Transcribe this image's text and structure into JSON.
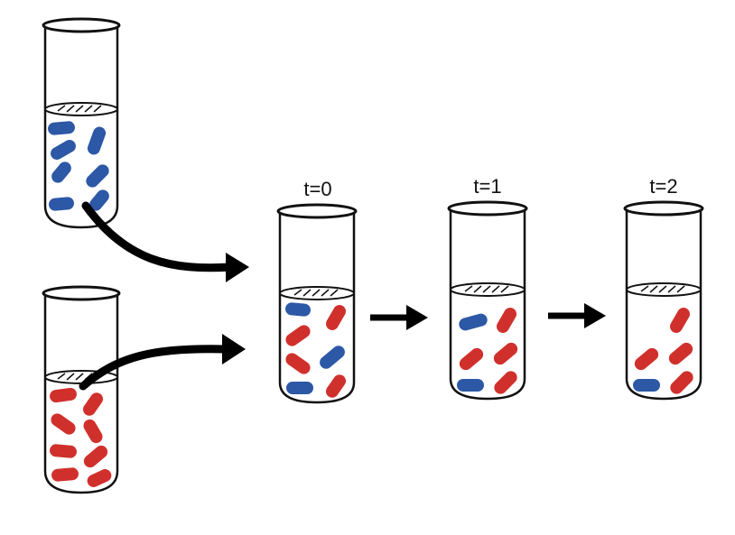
{
  "diagram": {
    "colors": {
      "outline": "#111111",
      "blue_cell": "#2c58a6",
      "red_cell": "#d0302c",
      "arrow": "#000000",
      "background": "#ffffff"
    },
    "source_tubes": [
      {
        "name": "blue-source-tube",
        "cells": "blue",
        "cell_count": 7
      },
      {
        "name": "red-source-tube",
        "cells": "red",
        "cell_count": 8
      }
    ],
    "time_series": [
      {
        "label": "t=0",
        "blue_cells": 3,
        "red_cells": 4
      },
      {
        "label": "t=1",
        "blue_cells": 2,
        "red_cells": 4
      },
      {
        "label": "t=2",
        "blue_cells": 1,
        "red_cells": 4
      }
    ],
    "icons": [
      "curved-arrow-icon",
      "right-arrow-icon"
    ]
  }
}
